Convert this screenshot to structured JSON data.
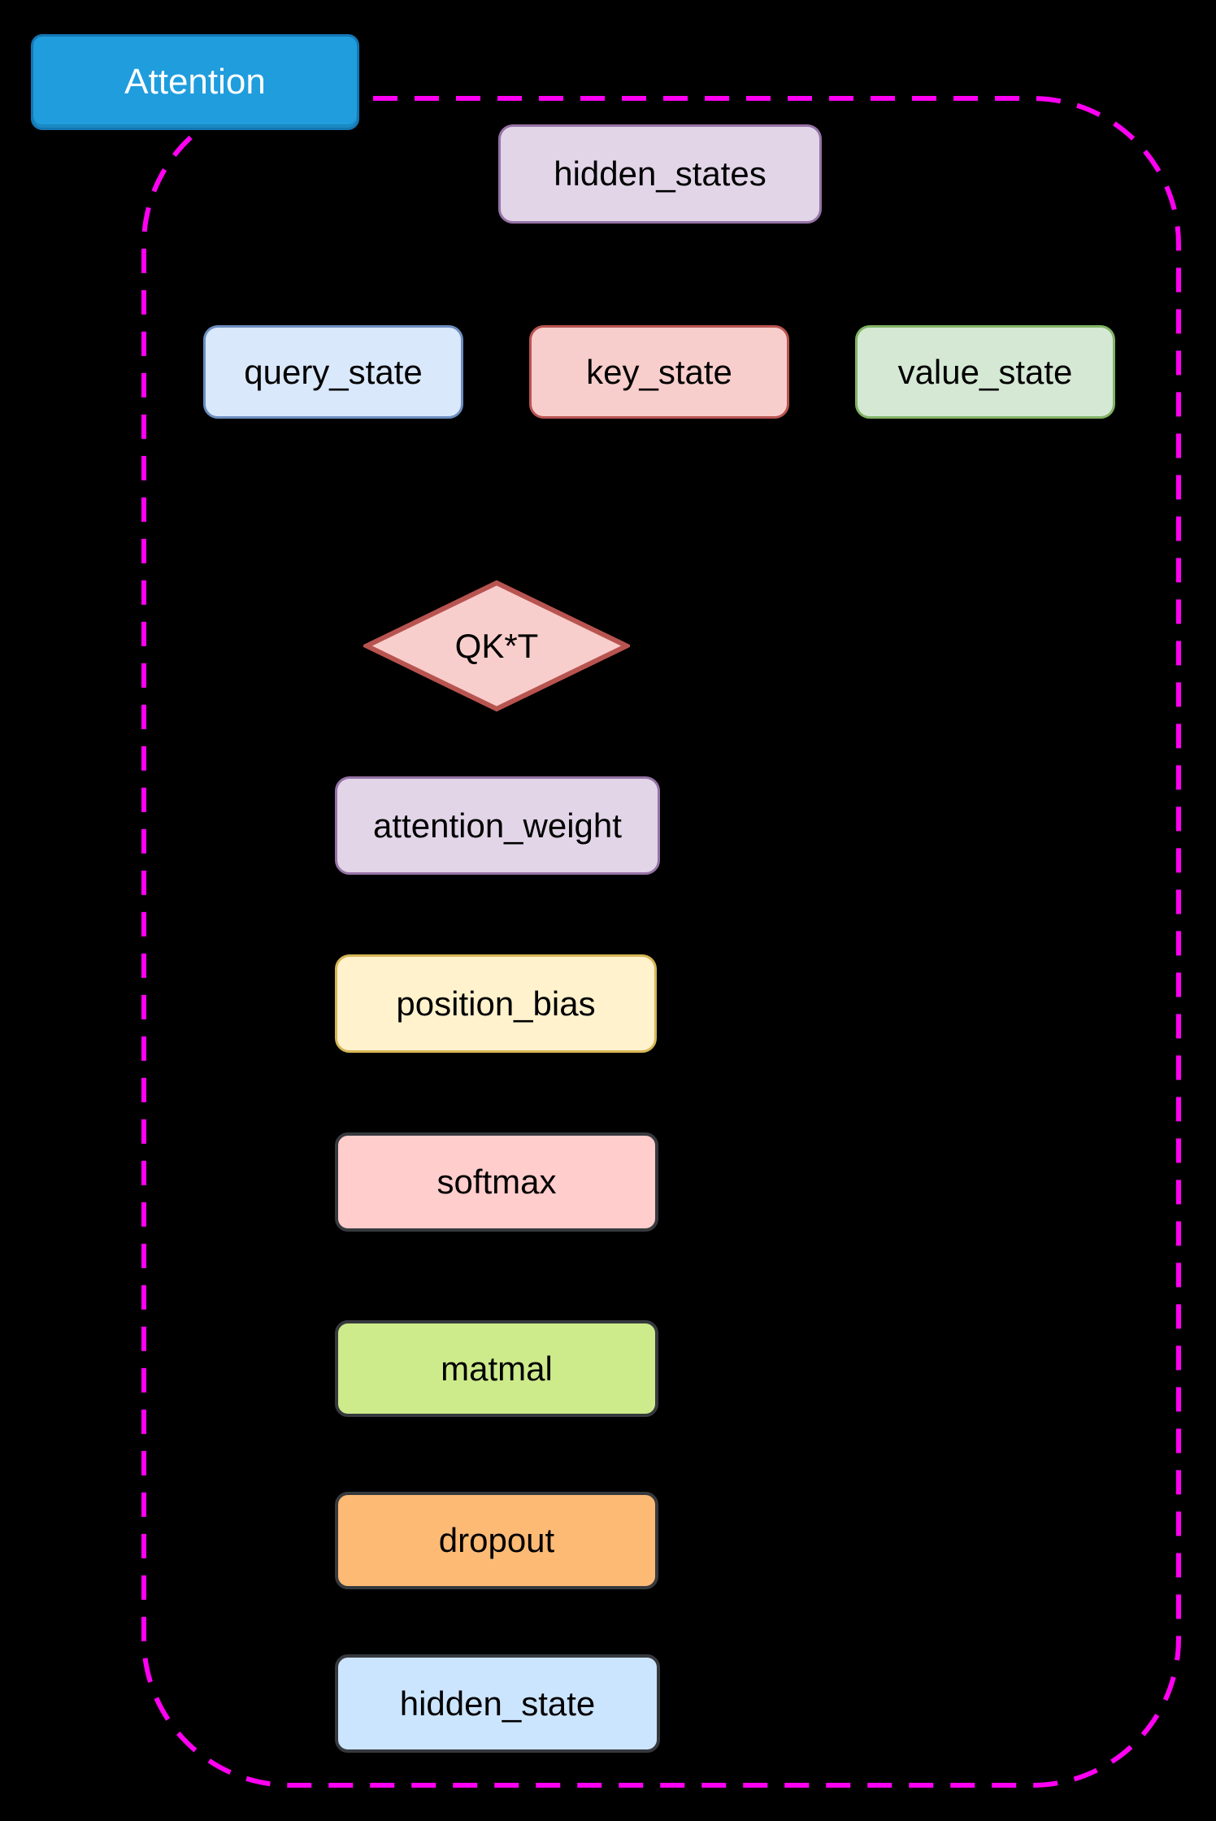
{
  "diagram_title": "Attention",
  "container": {
    "border_color": "#ff00f2",
    "border_style": "dashed"
  },
  "text_color": "#000000",
  "nodes": {
    "attention_tag": {
      "label": "Attention",
      "fill": "#209ddd",
      "stroke": "#1377b4",
      "text_color": "#ffffff"
    },
    "hidden_states": {
      "label": "hidden_states",
      "fill": "#e1d5e7",
      "stroke": "#9673a6"
    },
    "query_state": {
      "label": "query_state",
      "fill": "#dae8fc",
      "stroke": "#6c8ebf"
    },
    "key_state": {
      "label": "key_state",
      "fill": "#f8cecc",
      "stroke": "#b85450"
    },
    "value_state": {
      "label": "value_state",
      "fill": "#d5e8d4",
      "stroke": "#82b366"
    },
    "qkt": {
      "label": "QK*T",
      "fill": "#f8cecc",
      "stroke": "#b85450"
    },
    "attention_weight": {
      "label": "attention_weight",
      "fill": "#e1d5e7",
      "stroke": "#9673a6"
    },
    "position_bias": {
      "label": "position_bias",
      "fill": "#fff2cc",
      "stroke": "#d6b656"
    },
    "softmax": {
      "label": "softmax",
      "fill": "#ffcdcc",
      "stroke": "#36393d"
    },
    "matmal": {
      "label": "matmal",
      "fill": "#cdeb8b",
      "stroke": "#36393d"
    },
    "dropout": {
      "label": "dropout",
      "fill": "#fcba75",
      "stroke": "#36393d"
    },
    "hidden_state": {
      "label": "hidden_state",
      "fill": "#cce5ff",
      "stroke": "#36393d"
    }
  }
}
